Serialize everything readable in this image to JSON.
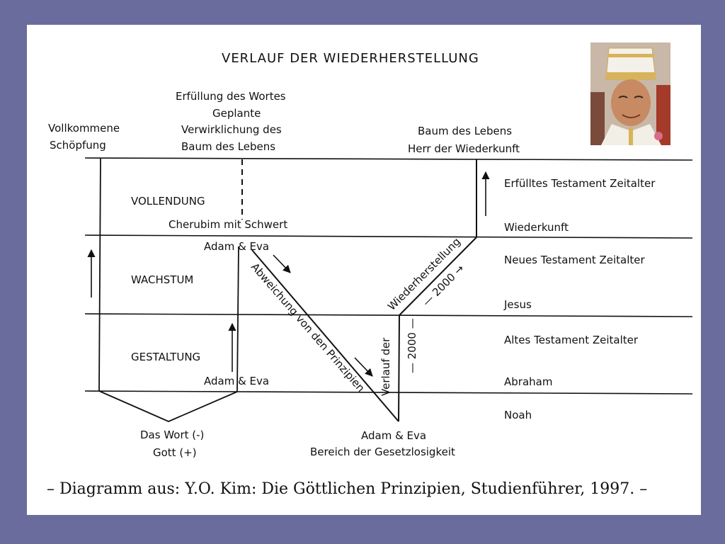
{
  "title": "VERLAUF DER WIEDERHERSTELLUNG",
  "top_labels": {
    "vollkommene_1": "Vollkommene",
    "vollkommene_2": "Schöpfung",
    "erfuellung_1": "Erfüllung des Wortes",
    "erfuellung_2": "Geplante",
    "erfuellung_3": "Verwirklichung des",
    "erfuellung_4": "Baum des Lebens",
    "baum_1": "Baum des Lebens",
    "baum_2": "Herr der Wiederkunft"
  },
  "stages": {
    "vollendung": "VOLLENDUNG",
    "wachstum": "WACHSTUM",
    "gestaltung": "GESTALTUNG"
  },
  "inner_labels": {
    "cherubim": "Cherubim mit Schwert",
    "adam_eva_upper": "Adam & Eva",
    "adam_eva_lower": "Adam & Eva",
    "abweichung": "Abweichung von den Prinzipien",
    "wiederherstellung": "Wiederherstellung",
    "wieder_2000": "— 2000 →",
    "verlauf_der": "Verlauf der",
    "verlauf_2000": "— 2000 —"
  },
  "right_labels": {
    "erfuelltes": "Erfülltes Testament Zeitalter",
    "wiederkunft": "Wiederkunft",
    "neues": "Neues Testament Zeitalter",
    "jesus": "Jesus",
    "altes": "Altes Testament Zeitalter",
    "abraham": "Abraham",
    "noah": "Noah"
  },
  "bottom_labels": {
    "wort": "Das Wort (-)",
    "gott": "Gott (+)",
    "adam_eva_bottom": "Adam & Eva",
    "bereich": "Bereich der Gesetzlosigkeit"
  },
  "caption": "– Diagramm aus: Y.O. Kim: Die Göttlichen Prinzipien, Studienführer, 1997. –",
  "colors": {
    "background": "#6b6c9e",
    "slide": "#ffffff",
    "ink": "#111111"
  }
}
